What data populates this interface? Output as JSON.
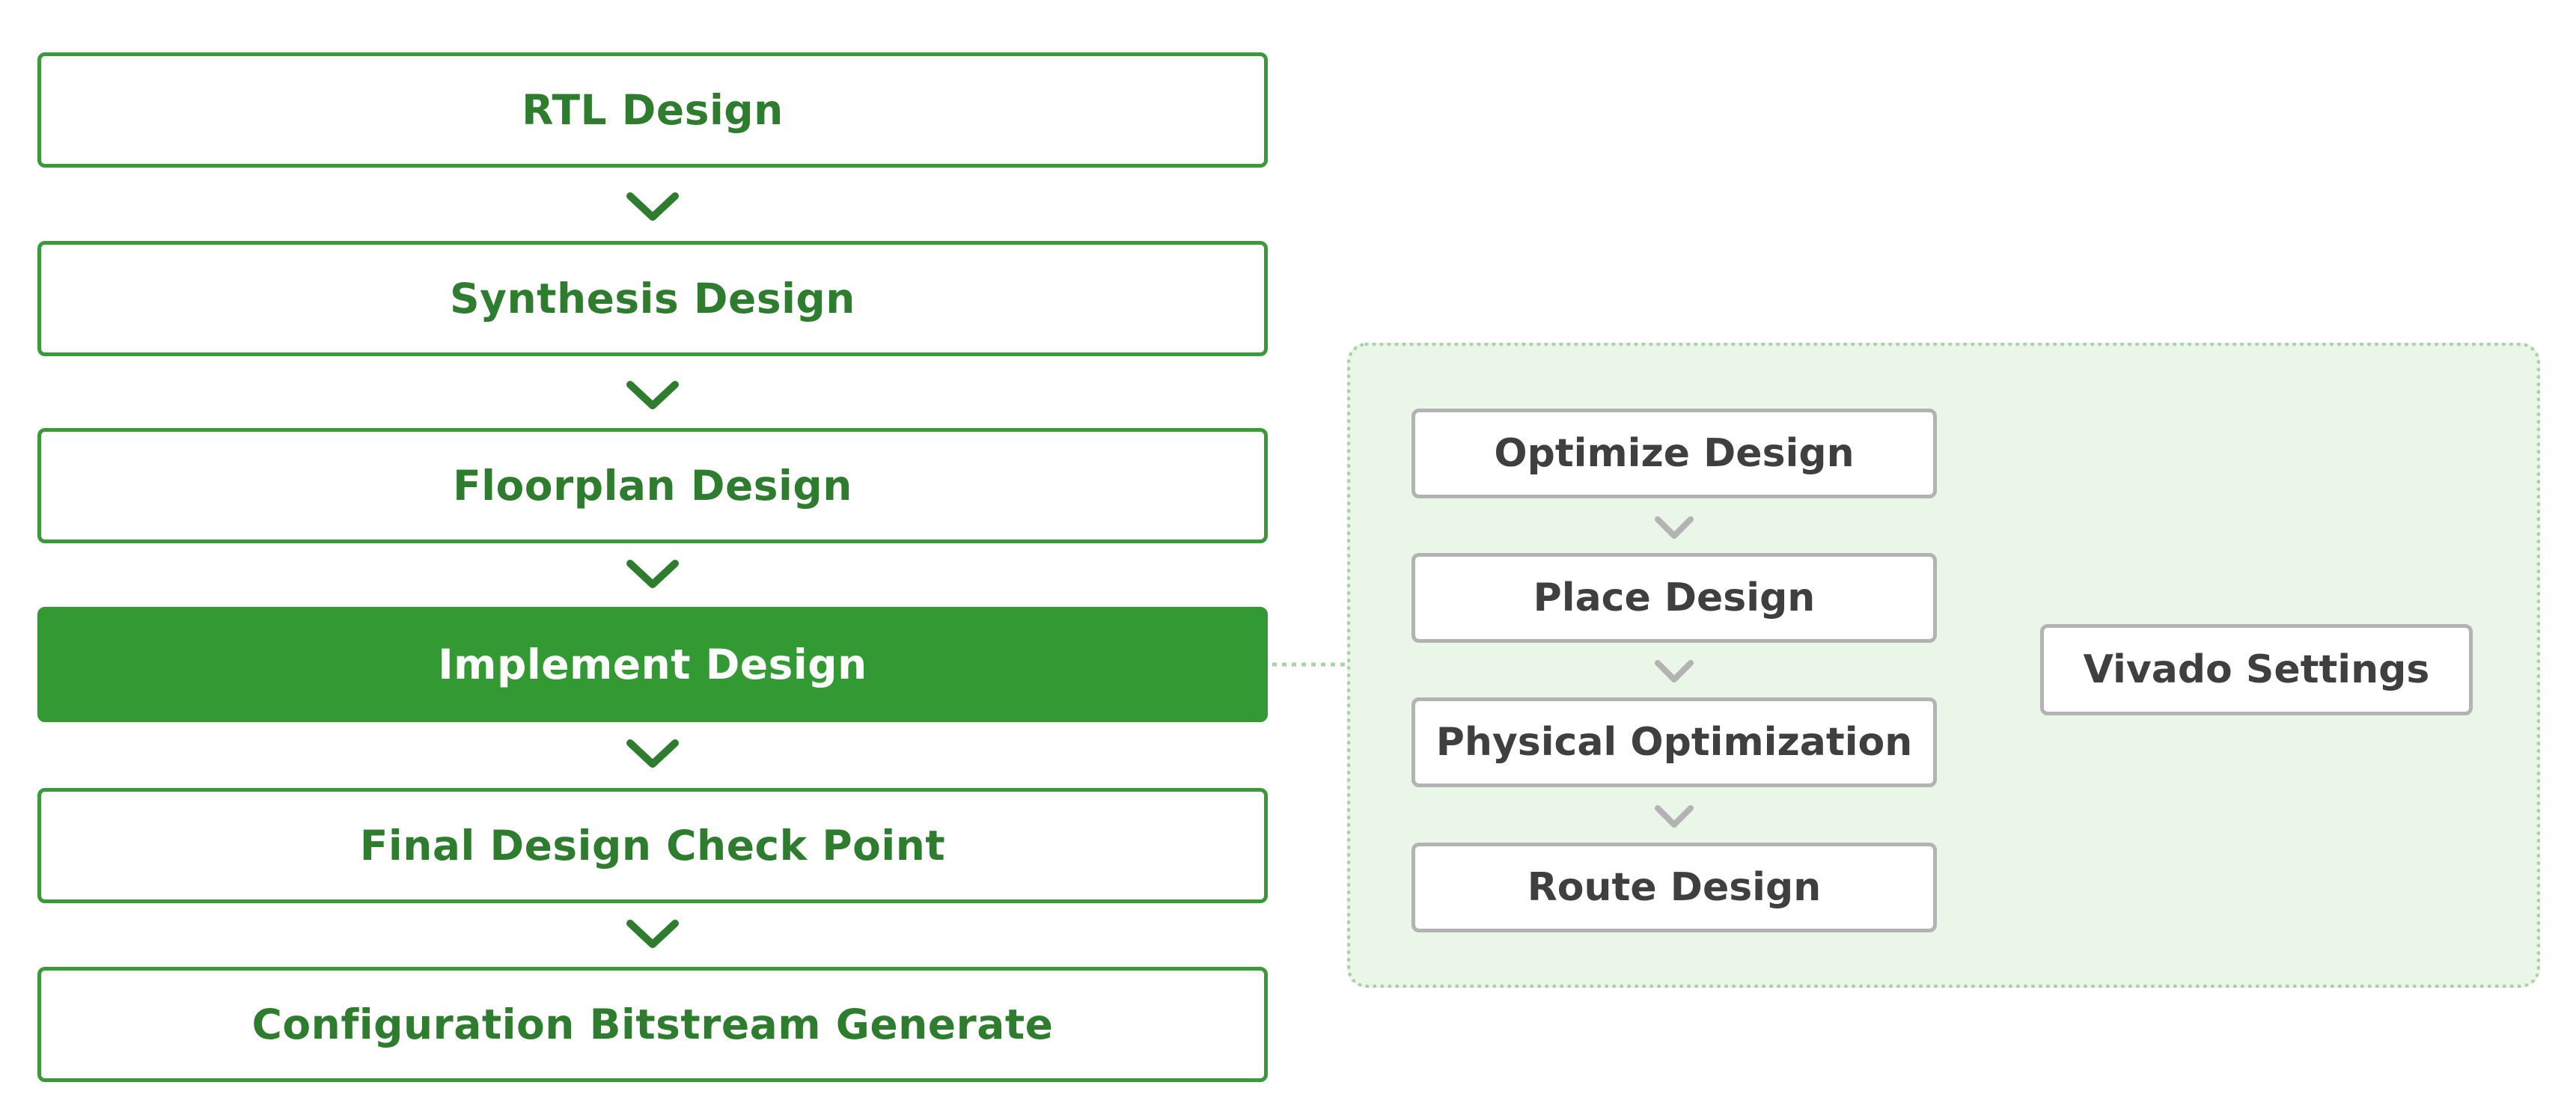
{
  "flow": {
    "steps": [
      {
        "label": "RTL Design"
      },
      {
        "label": "Synthesis Design"
      },
      {
        "label": "Floorplan Design"
      },
      {
        "label": "Implement Design"
      },
      {
        "label": "Final Design Check Point"
      },
      {
        "label": "Configuration Bitstream Generate"
      }
    ],
    "active_index": 3
  },
  "implementation": {
    "substeps": [
      {
        "label": "Optimize Design"
      },
      {
        "label": "Place Design"
      },
      {
        "label": "Physical Optimization"
      },
      {
        "label": "Route Design"
      }
    ],
    "settings_label": "Vivado Settings"
  },
  "colors": {
    "primary_green": "#339a33",
    "text_green": "#2e7d2e",
    "panel_bg": "#e9f6e8",
    "panel_border": "#a9d3a6",
    "gray_border": "#b3b3b3",
    "gray_text": "#3f3f3f"
  }
}
